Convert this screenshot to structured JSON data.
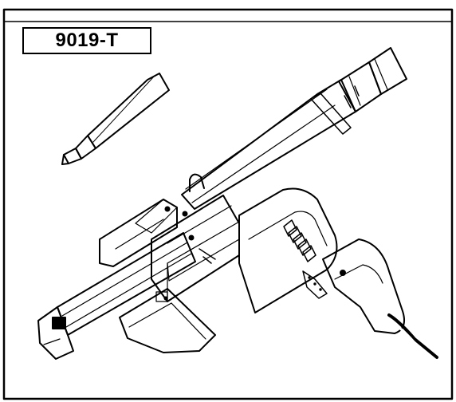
{
  "figure": {
    "model_label": "9019-T"
  },
  "colors": {
    "line": "#000000",
    "background": "#ffffff"
  },
  "icons": {
    "tool": "power-screwdriver-illustration",
    "bit": "screwdriver-bit-illustration"
  }
}
